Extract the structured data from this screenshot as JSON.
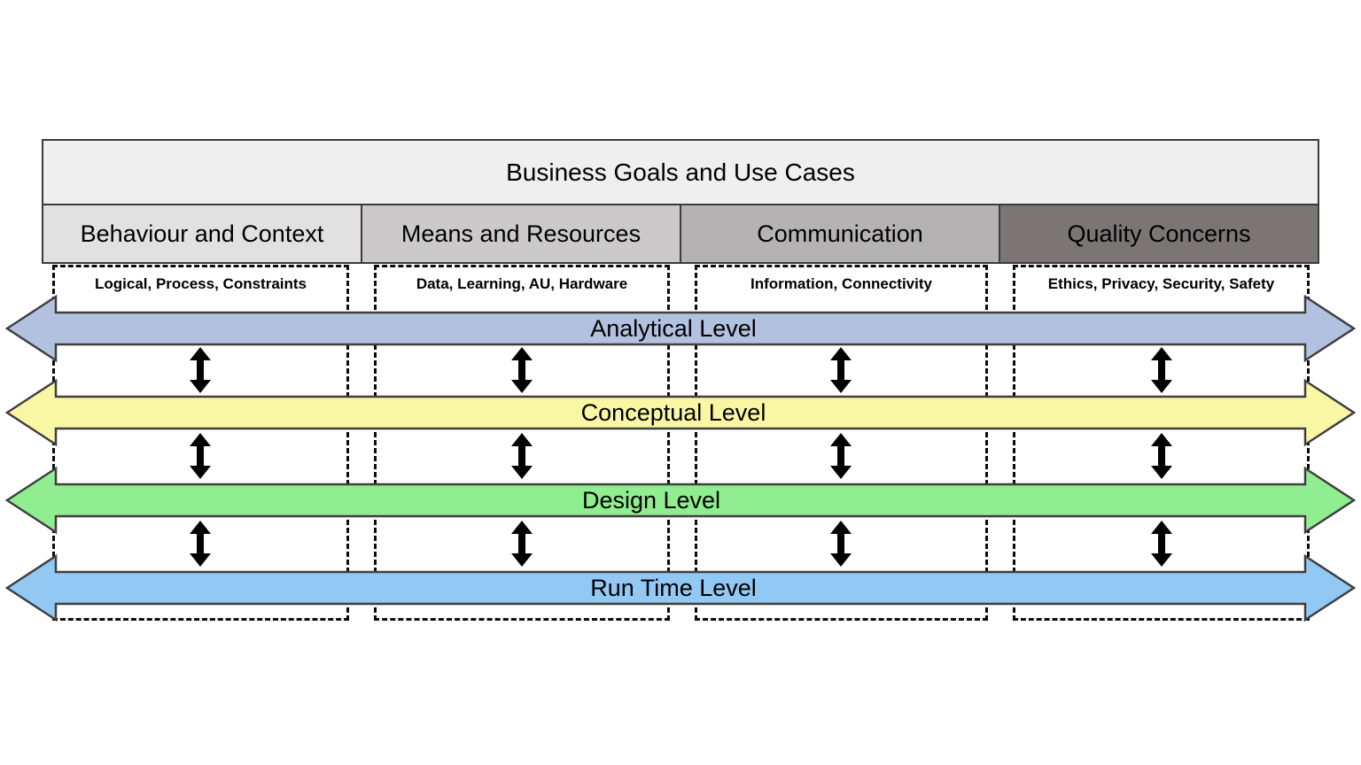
{
  "header": {
    "title": "Business Goals and Use Cases",
    "columns": [
      {
        "label": "Behaviour and Context",
        "sublabel": "Logical, Process, Constraints",
        "bg": "#e2e1e1"
      },
      {
        "label": "Means and Resources",
        "sublabel": "Data, Learning, AU, Hardware",
        "bg": "#cbc9ca"
      },
      {
        "label": "Communication",
        "sublabel": "Information, Connectivity",
        "bg": "#b5b2b3"
      },
      {
        "label": "Quality Concerns",
        "sublabel": "Ethics, Privacy, Security, Safety",
        "bg": "#7b7576"
      }
    ]
  },
  "levels": [
    {
      "label": "Analytical Level",
      "color": "#b2c1e0"
    },
    {
      "label": "Conceptual Level",
      "color": "#f9f7a3"
    },
    {
      "label": "Design Level",
      "color": "#90ee90"
    },
    {
      "label": "Run Time Level",
      "color": "#92c8f4"
    }
  ],
  "colors": {
    "band_outline": "#3f3f3f",
    "box_outline": "#3b3b3b",
    "dashed_line": "#0a0a0a",
    "title_bg": "#f0eff0",
    "vertical_arrow": "#000000"
  }
}
